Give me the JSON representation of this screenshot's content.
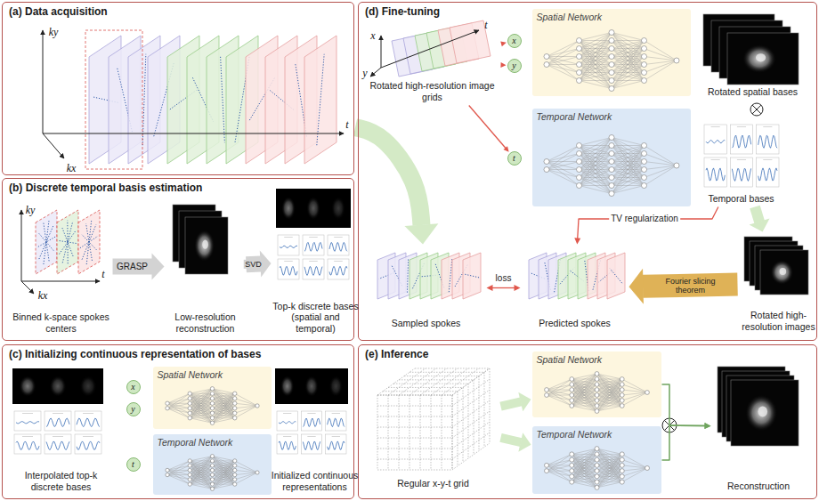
{
  "diagram": {
    "nodes": [
      {
        "text": [
          "(a) Data acquisition"
        ]
      },
      {
        "text": [
          "(b) Discrete temporal basis estimation"
        ]
      },
      {
        "text": [
          "(c) Initializing continuous representation of bases"
        ]
      },
      {
        "text": [
          "(d) Fine-tuning"
        ]
      },
      {
        "text": [
          "(e) Inference"
        ]
      },
      {
        "text": [
          "Binned k-space spokes centers"
        ],
        "in": 1
      },
      {
        "text": [
          "Low-resolution reconstruction"
        ],
        "in": 1
      },
      {
        "text": [
          "Top-k discrete bases (spatial and temporal)"
        ],
        "in": 1
      },
      {
        "text": [
          "Interpolated top-k discrete bases"
        ],
        "in": 2
      },
      {
        "text": [
          "x"
        ],
        "in": 2
      },
      {
        "text": [
          "y"
        ],
        "in": 2
      },
      {
        "text": [
          "Spatial Network"
        ],
        "in": 2
      },
      {
        "text": [
          "t"
        ],
        "in": 2
      },
      {
        "text": [
          "Temporal Network"
        ],
        "in": 2
      },
      {
        "text": [
          "Initialized continuous representations"
        ],
        "in": 2
      },
      {
        "text": [
          "Rotated high-resolution image grids"
        ],
        "in": 3
      },
      {
        "text": [
          "x"
        ],
        "in": 3
      },
      {
        "text": [
          "y"
        ],
        "in": 3
      },
      {
        "text": [
          "Spatial Network"
        ],
        "in": 3
      },
      {
        "text": [
          "Rotated spatial bases"
        ],
        "in": 3
      },
      {
        "text": [
          "t"
        ],
        "in": 3
      },
      {
        "text": [
          "Temporal Network"
        ],
        "in": 3
      },
      {
        "text": [
          "Temporal bases"
        ],
        "in": 3
      },
      {
        "text": [
          "Sampled spokes"
        ],
        "in": 3
      },
      {
        "text": [
          "Predicted spokes"
        ],
        "in": 3
      },
      {
        "text": [
          "Rotated high-resolution images"
        ],
        "in": 3
      },
      {
        "text": [
          "Regular x-y-t grid"
        ],
        "in": 4
      },
      {
        "text": [
          "Spatial Network"
        ],
        "in": 4
      },
      {
        "text": [
          "Temporal Network"
        ],
        "in": 4
      },
      {
        "text": [
          "Reconstruction"
        ],
        "in": 4
      }
    ],
    "edges": [
      {
        "from": 0,
        "to": 23,
        "arrow": "to"
      },
      {
        "from": 5,
        "to": 6,
        "label": "GRASP",
        "arrow": "to"
      },
      {
        "from": 6,
        "to": 7,
        "label": "SVD",
        "arrow": "to"
      },
      {
        "from": 15,
        "to": 16,
        "arrow": "to"
      },
      {
        "from": 15,
        "to": 17,
        "arrow": "to"
      },
      {
        "from": 15,
        "to": 20,
        "arrow": "to"
      },
      {
        "from": 22,
        "to": 25,
        "arrow": "to"
      },
      {
        "from": 25,
        "to": 24,
        "label": "Fourier slicing theorem",
        "arrow": "to"
      },
      {
        "from": 23,
        "to": 24,
        "label": "loss",
        "arrow": "both"
      },
      {
        "from": 22,
        "to": 24,
        "label": "TV regularization",
        "arrow": "to"
      },
      {
        "from": 26,
        "to": 27,
        "arrow": "to"
      },
      {
        "from": 26,
        "to": 28,
        "arrow": "to"
      },
      {
        "from": 27,
        "to": 29,
        "arrow": "to"
      },
      {
        "from": 28,
        "to": 29,
        "arrow": "to"
      }
    ],
    "labels": [
      "ky",
      "kx",
      "t",
      "ky",
      "kx",
      "t",
      "x",
      "y",
      "t"
    ]
  }
}
